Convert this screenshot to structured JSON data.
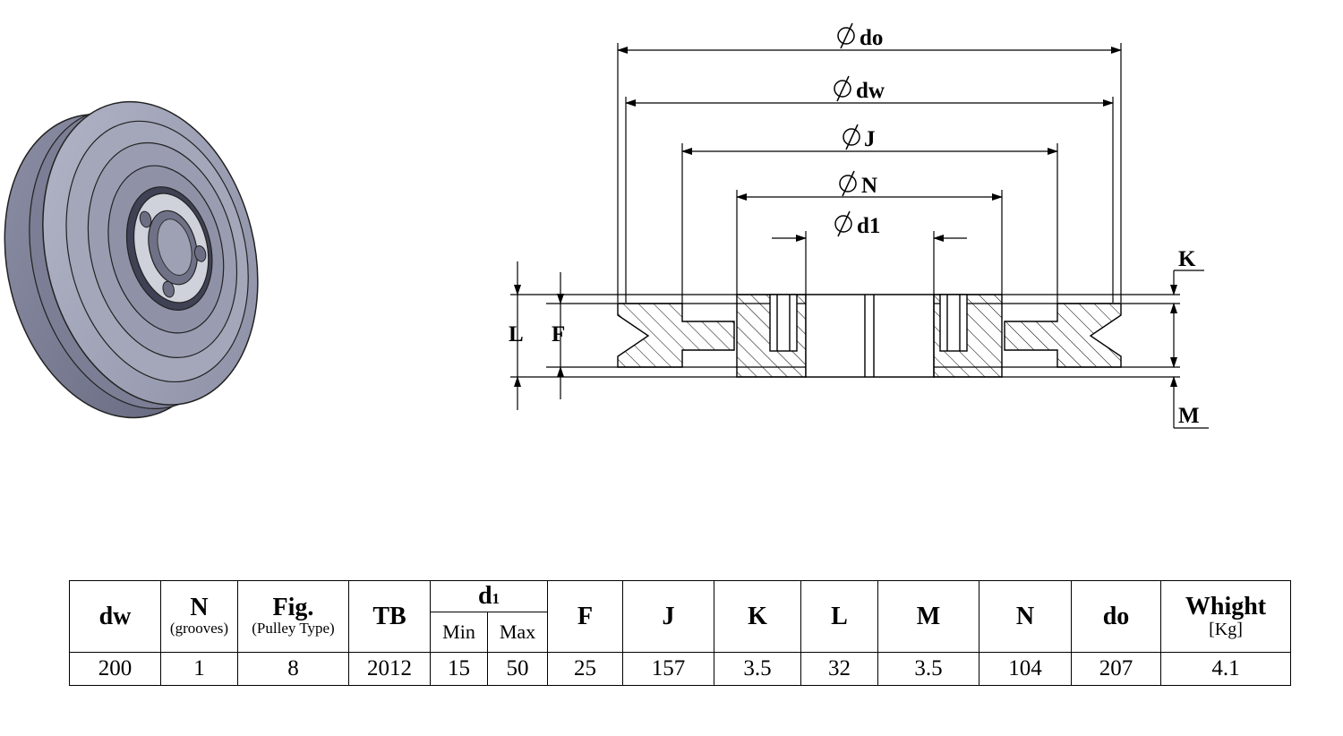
{
  "dimensions": {
    "do": "do",
    "dw": "dw",
    "J": "J",
    "N": "N",
    "d1": "d1",
    "K": "K",
    "L": "L",
    "F": "F",
    "M": "M"
  },
  "table": {
    "headers": {
      "dw": "dw",
      "N": "N",
      "N_sub": "(grooves)",
      "fig": "Fig.",
      "fig_sub": "(Pulley Type)",
      "tb": "TB",
      "d1_main": "d",
      "d1_index": "1",
      "min": "Min",
      "max": "Max",
      "F": "F",
      "J": "J",
      "K": "K",
      "L": "L",
      "M": "M",
      "N2": "N",
      "do": "do",
      "weight": "Whight",
      "weight_unit": "[Kg]"
    },
    "row": {
      "dw": "200",
      "N": "1",
      "fig": "8",
      "tb": "2012",
      "d1_min": "15",
      "d1_max": "50",
      "F": "25",
      "J": "157",
      "K": "3.5",
      "L": "32",
      "M": "3.5",
      "N2": "104",
      "do": "207",
      "weight": "4.1"
    }
  }
}
